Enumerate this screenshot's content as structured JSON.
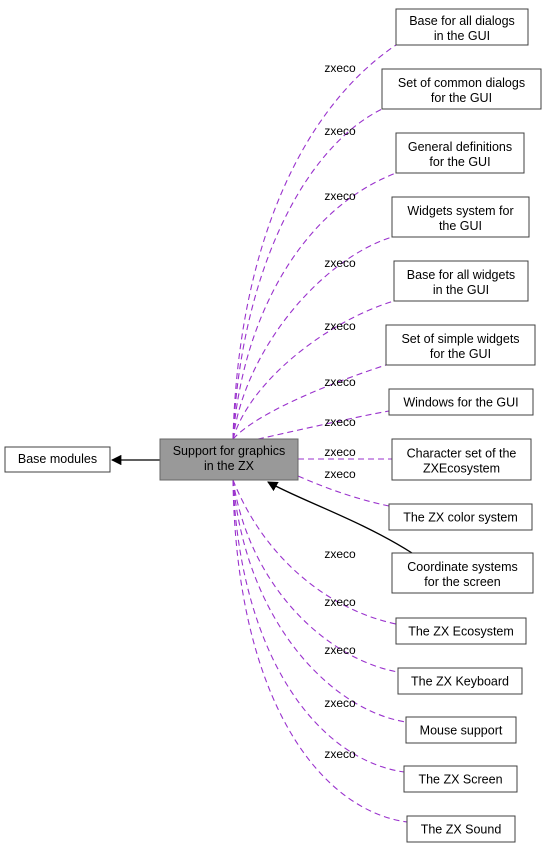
{
  "diagram": {
    "edge_label": "zxeco",
    "edge_color": "#9a32cd",
    "current_fill": "#999999",
    "base": {
      "label": "Base modules"
    },
    "current": {
      "line1": "Support for graphics",
      "line2": "in the ZX"
    },
    "children": [
      {
        "line1": "Base for all dialogs",
        "line2": "in the GUI"
      },
      {
        "line1": "Set of common dialogs",
        "line2": "for the GUI"
      },
      {
        "line1": "General definitions",
        "line2": "for the GUI"
      },
      {
        "line1": "Widgets system for",
        "line2": "the GUI"
      },
      {
        "line1": "Base for all widgets",
        "line2": "in the GUI"
      },
      {
        "line1": "Set of simple widgets",
        "line2": "for the GUI"
      },
      {
        "line1": "Windows for the GUI",
        "line2": ""
      },
      {
        "line1": "Character set of the",
        "line2": "ZXEcosystem"
      },
      {
        "line1": "The ZX color system",
        "line2": ""
      },
      {
        "line1": "Coordinate systems",
        "line2": "for the screen"
      },
      {
        "line1": "The ZX Ecosystem",
        "line2": ""
      },
      {
        "line1": "The ZX Keyboard",
        "line2": ""
      },
      {
        "line1": "Mouse support",
        "line2": ""
      },
      {
        "line1": "The ZX Screen",
        "line2": ""
      },
      {
        "line1": "The ZX Sound",
        "line2": ""
      }
    ]
  }
}
